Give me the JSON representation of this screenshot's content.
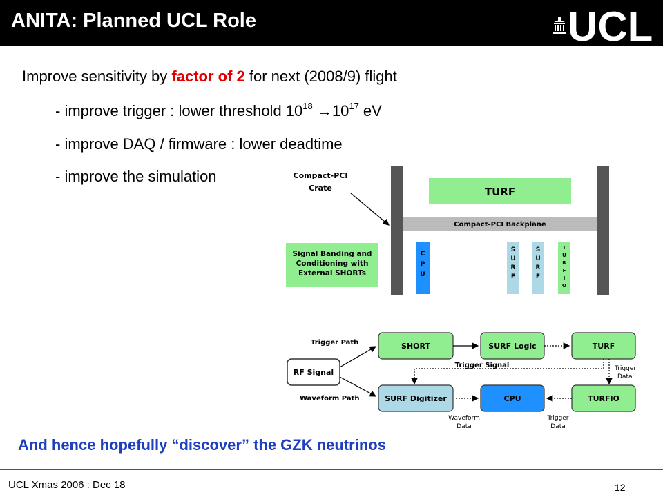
{
  "slide": {
    "title": "ANITA: Planned UCL Role",
    "logo_text": "UCL",
    "intro_before": "Improve sensitivity by ",
    "intro_highlight": "factor of 2",
    "intro_after": " for next (2008/9) flight",
    "bullet1_text": "- improve trigger : lower threshold 10",
    "bullet1_exp1": "18",
    "bullet1_arrow": " →",
    "bullet1_base2": "10",
    "bullet1_exp2": "17",
    "bullet1_unit": " eV",
    "bullet2": "- improve DAQ / firmware : lower deadtime",
    "bullet3": "- improve the simulation",
    "conclusion": "And hence hopefully “discover” the GZK neutrinos",
    "footer": "UCL Xmas 2006 : Dec 18",
    "page_number": "12"
  },
  "crate_diagram": {
    "crate_label_line1": "Compact-PCI",
    "crate_label_line2": "Crate",
    "turf_label": "TURF",
    "backplane_label": "Compact-PCI Backplane",
    "signal_line1": "Signal Banding and",
    "signal_line2": "Conditioning with",
    "signal_line3": "External SHORTs",
    "cpu_letters": [
      "C",
      "P",
      "U"
    ],
    "surf_letters": [
      "S",
      "U",
      "R",
      "F"
    ],
    "turfio_letters": [
      "T",
      "U",
      "R",
      "F",
      "I",
      "O"
    ]
  },
  "flow_diagram": {
    "trigger_path": "Trigger Path",
    "waveform_path": "Waveform Path",
    "rf_signal": "RF Signal",
    "short": "SHORT",
    "surf_logic": "SURF Logic",
    "turf": "TURF",
    "trigger_signal": "Trigger Signal",
    "trigger_data_line1": "Trigger",
    "trigger_data_line2": "Data",
    "surf_digitizer": "SURF Digitizer",
    "cpu": "CPU",
    "turfio": "TURFIO",
    "waveform_data_line1": "Waveform",
    "waveform_data_line2": "Data",
    "trigger_data2_line1": "Trigger",
    "trigger_data2_line2": "Data"
  },
  "colors": {
    "green": "#90ee90",
    "light_blue": "#add8e6",
    "blue": "#1e90ff",
    "dark_gray": "#555555",
    "backplane_gray": "#bbbbbb",
    "conclusion_blue": "#1f3fbf",
    "highlight_red": "#e00000"
  }
}
